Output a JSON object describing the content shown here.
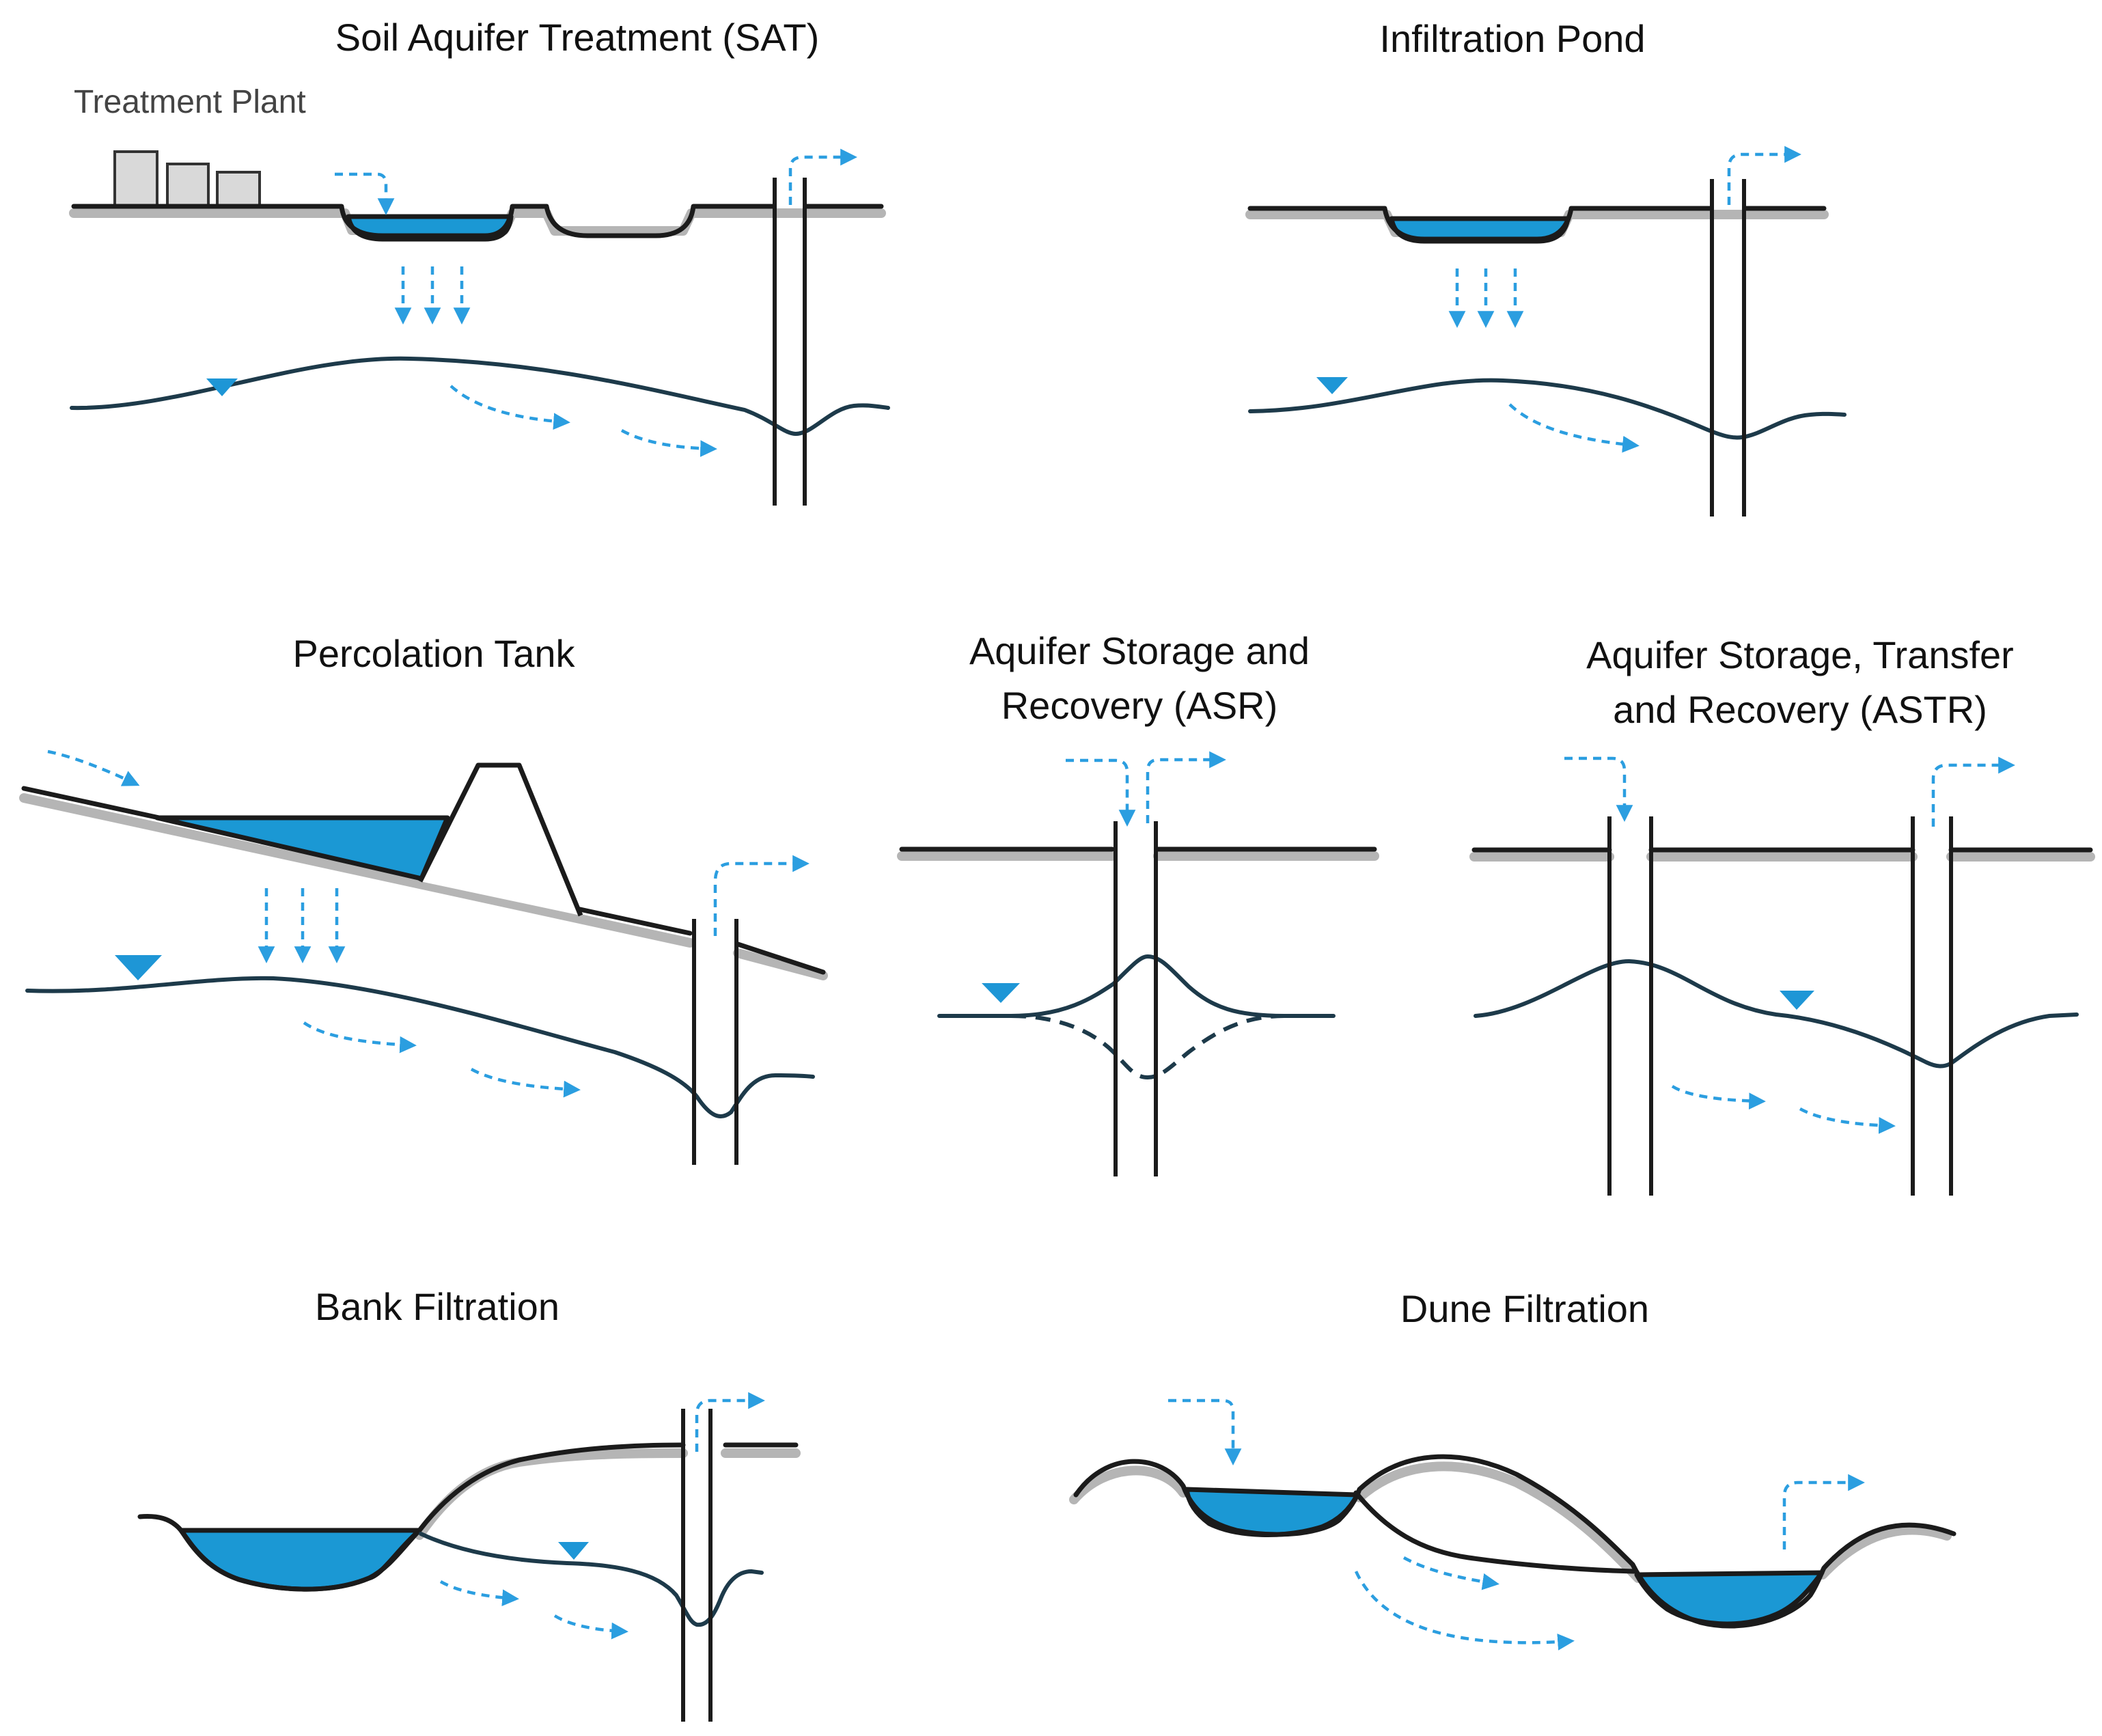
{
  "titles": {
    "sat": "Soil Aquifer Treatment (SAT)",
    "infiltration_pond": "Infiltration Pond",
    "percolation_tank": "Percolation Tank",
    "asr_line1": "Aquifer Storage and",
    "asr_line2": "Recovery (ASR)",
    "astr_line1": "Aquifer Storage, Transfer",
    "astr_line2": "and Recovery (ASTR)",
    "bank_filtration": "Bank Filtration",
    "dune_filtration": "Dune Filtration"
  },
  "labels": {
    "treatment_plant": "Treatment Plant"
  },
  "colors": {
    "water": "#1b98d4",
    "flow_arrow": "#2b9ee0",
    "water_table": "#1d3a4a",
    "ground_hatch": "#b5b5b5"
  },
  "icons": {
    "water_table_marker": "inverted-triangle",
    "flow_arrow": "dashed-arrow"
  }
}
